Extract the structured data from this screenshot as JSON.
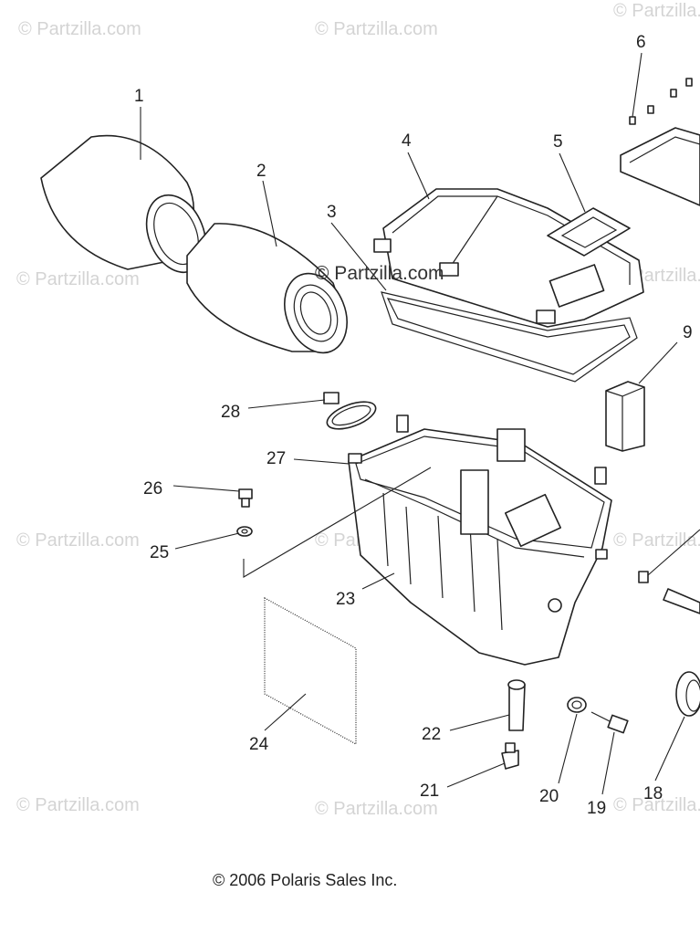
{
  "watermark": "© Partzilla.com",
  "copyright": "© 2006 Polaris Sales Inc.",
  "callouts": {
    "p1": "1",
    "p2": "2",
    "p3": "3",
    "p4": "4",
    "p5": "5",
    "p6": "6",
    "p9": "9",
    "p18": "18",
    "p19": "19",
    "p20": "20",
    "p21": "21",
    "p22": "22",
    "p23": "23",
    "p24": "24",
    "p25": "25",
    "p26": "26",
    "p27": "27",
    "p28": "28"
  }
}
